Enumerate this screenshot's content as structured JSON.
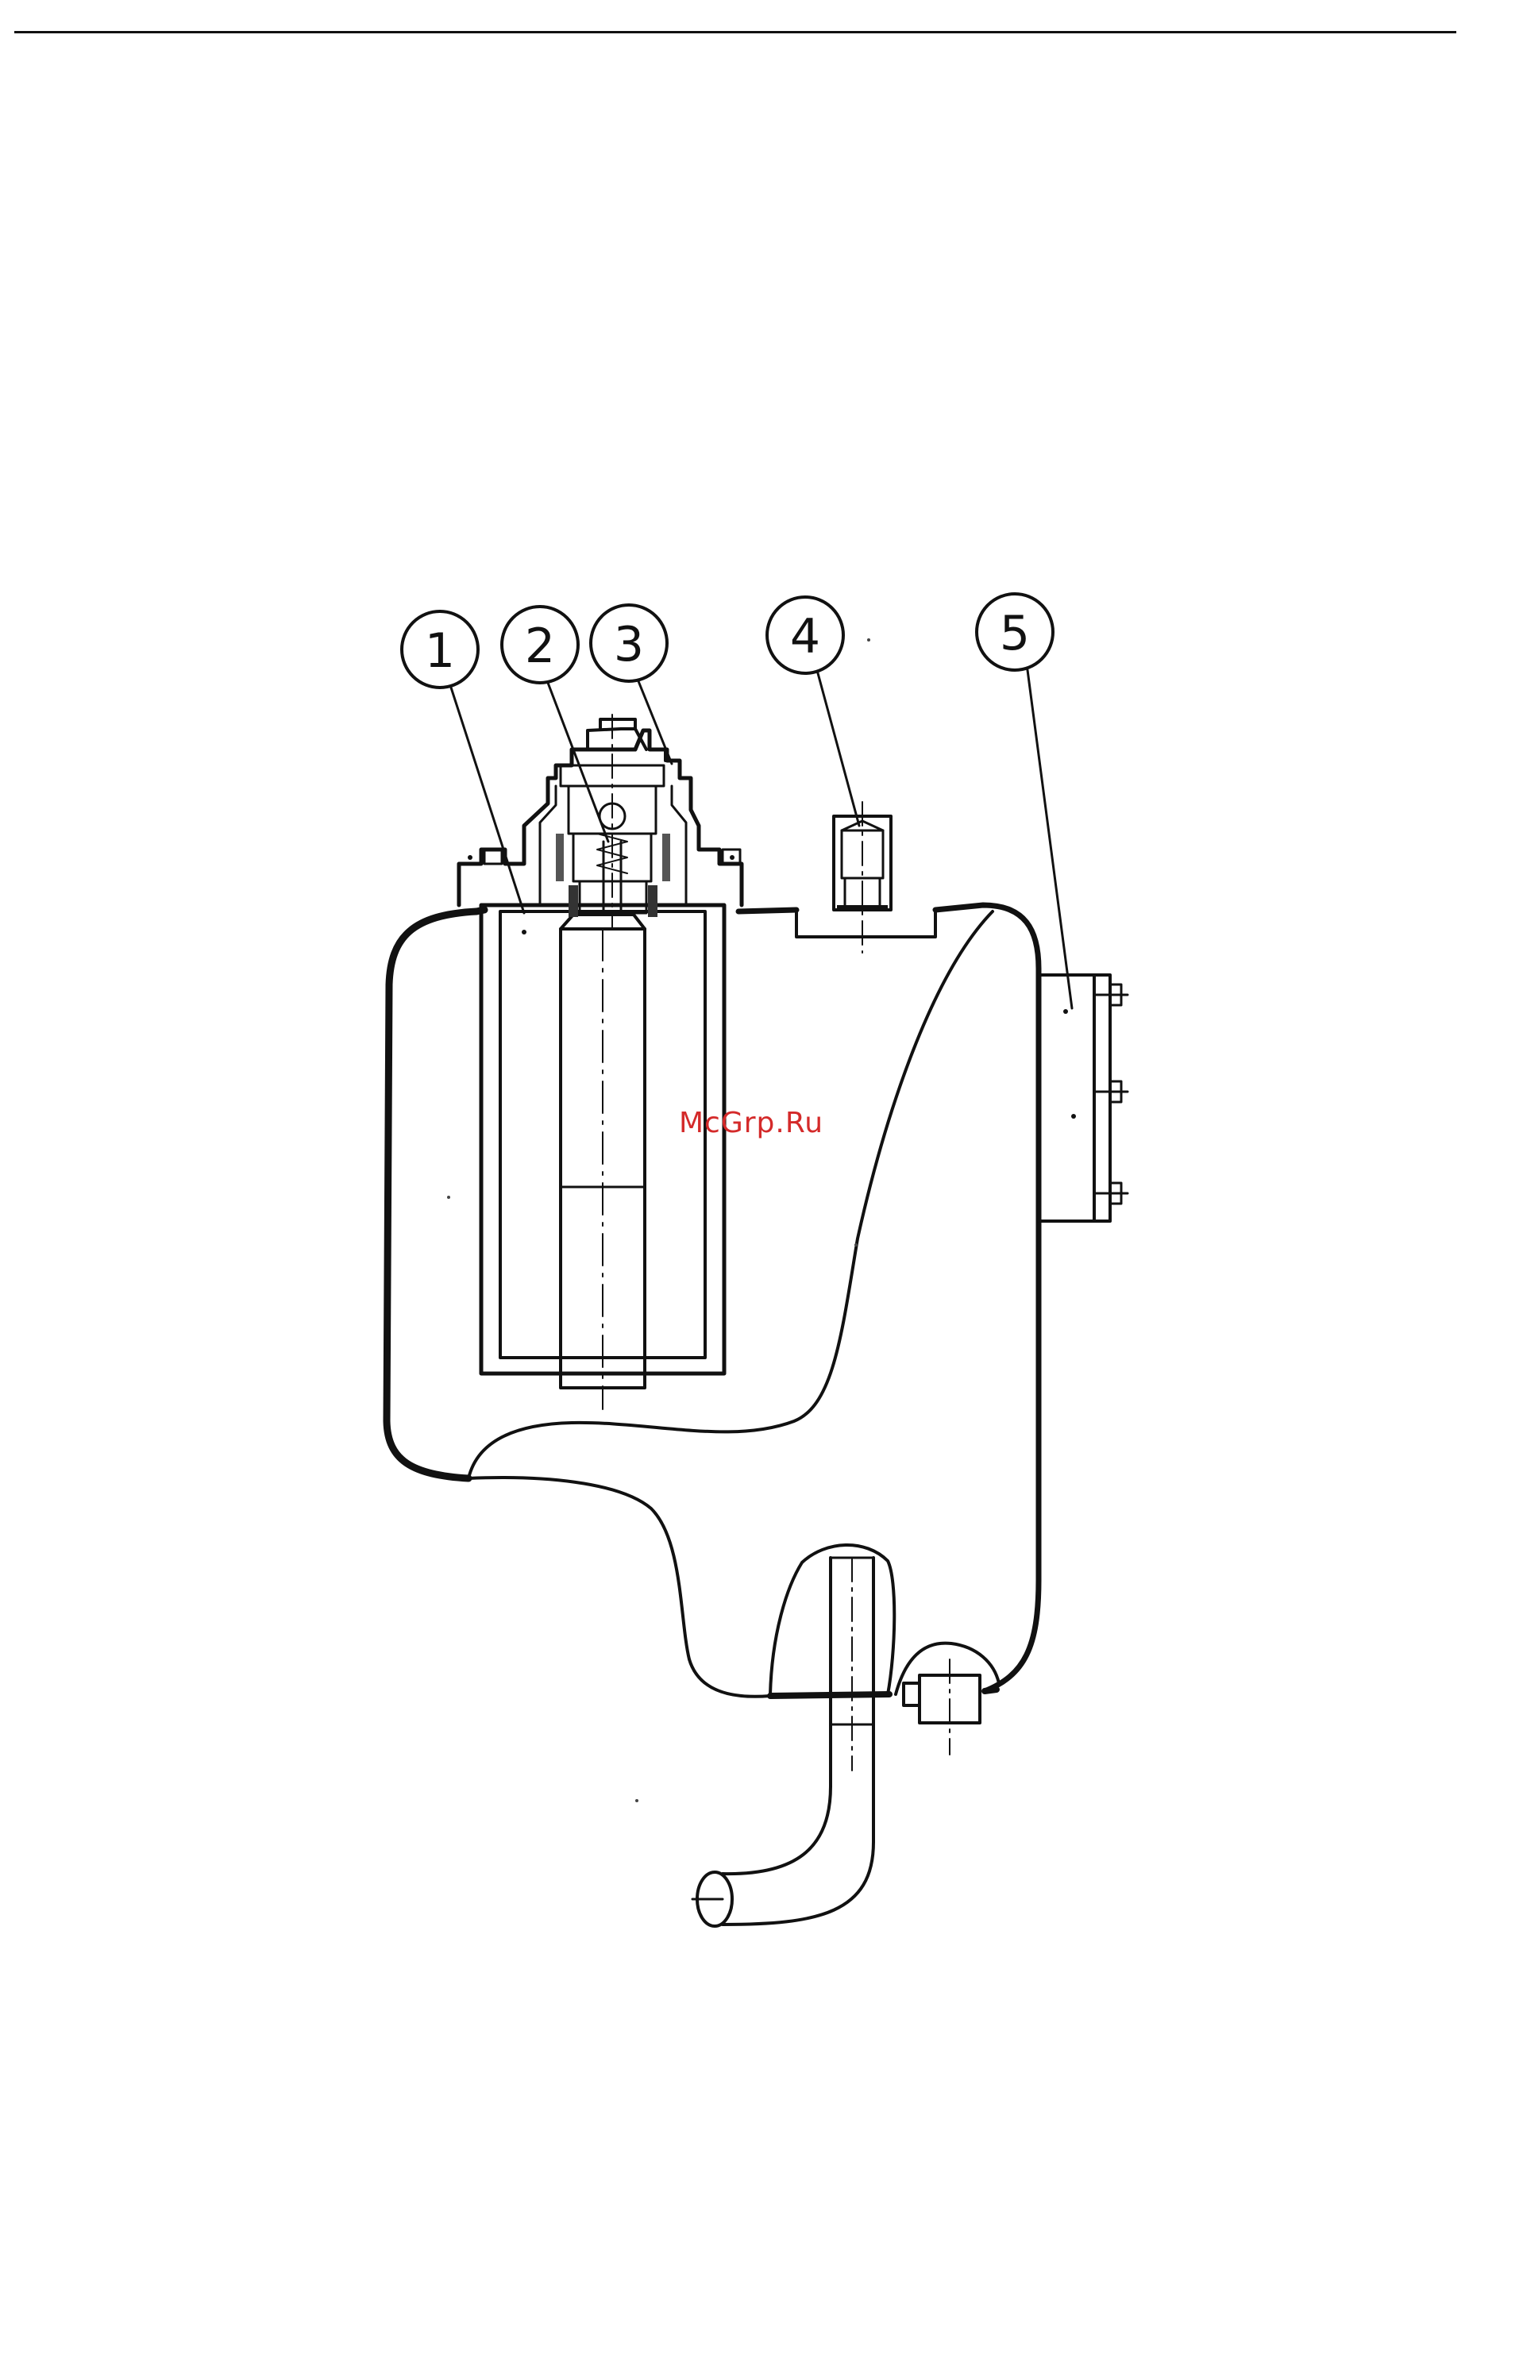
{
  "callouts": [
    {
      "label": "1"
    },
    {
      "label": "2"
    },
    {
      "label": "3"
    },
    {
      "label": "4"
    },
    {
      "label": "5"
    }
  ],
  "watermark": "McGrp.Ru"
}
